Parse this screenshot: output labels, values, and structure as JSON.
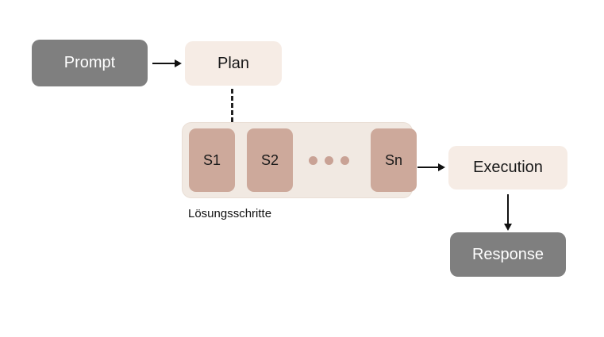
{
  "diagram": {
    "nodes": {
      "prompt": {
        "label": "Prompt"
      },
      "plan": {
        "label": "Plan"
      },
      "steps": [
        {
          "label": "S1"
        },
        {
          "label": "S2"
        },
        {
          "label": "Sn"
        }
      ],
      "steps_caption": "Lösungsschritte",
      "execution": {
        "label": "Execution"
      },
      "response": {
        "label": "Response"
      }
    },
    "colors": {
      "gray_node": "#7f7f7f",
      "cream_node": "#f6ece5",
      "steps_container": "#f1e9e2",
      "step_node": "#cda99b",
      "ellipsis_dot": "#c9a295",
      "arrow": "#111111",
      "text_dark": "#1a1a1a",
      "text_light": "#ffffff"
    }
  }
}
